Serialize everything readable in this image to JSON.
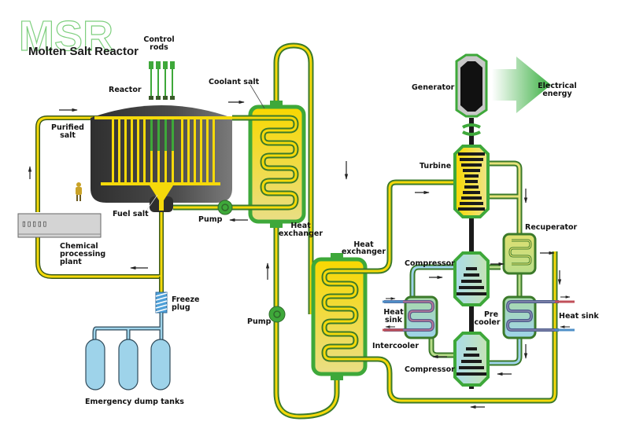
{
  "logo": {
    "abbr": "MSR",
    "subtitle": "Molten Salt Reactor"
  },
  "labels": {
    "control_rods_line1": "Control",
    "control_rods_line2": "rods",
    "reactor": "Reactor",
    "coolant_salt": "Coolant salt",
    "purified_salt_line1": "Purified",
    "purified_salt_line2": "salt",
    "fuel_salt": "Fuel salt",
    "pump_primary": "Pump",
    "heat_exchanger_1_line1": "Heat",
    "heat_exchanger_1_line2": "exchanger",
    "chemical_line1": "Chemical",
    "chemical_line2": "processing",
    "chemical_line3": "plant",
    "chemical_display": "▯▯▯▯▯",
    "freeze_plug_line1": "Freeze",
    "freeze_plug_line2": "plug",
    "dump_tanks": "Emergency dump tanks",
    "pump_secondary": "Pump",
    "heat_exchanger_2_line1": "Heat",
    "heat_exchanger_2_line2": "exchanger",
    "generator": "Generator",
    "electrical_line1": "Electrical",
    "electrical_line2": "energy",
    "turbine": "Turbine",
    "recuperator": "Recuperator",
    "compressor_1": "Compressor",
    "compressor_2": "Compressor",
    "heat_sink_left_line1": "Heat",
    "heat_sink_left_line2": "sink",
    "intercooler": "Intercooler",
    "precooler_line1": "Pre",
    "precooler_line2": "cooler",
    "heat_sink_right": "Heat sink"
  },
  "colors": {
    "fuel_salt": "#f5d90a",
    "pipe_outline": "#3b7a2a",
    "green": "#3ea83a",
    "reactor_vessel": "#4a4a4a",
    "gas": "#9ed3ea",
    "sink_hot": "#c0505a",
    "sink_cold": "#4f8fc8",
    "background": "#ffffff"
  }
}
